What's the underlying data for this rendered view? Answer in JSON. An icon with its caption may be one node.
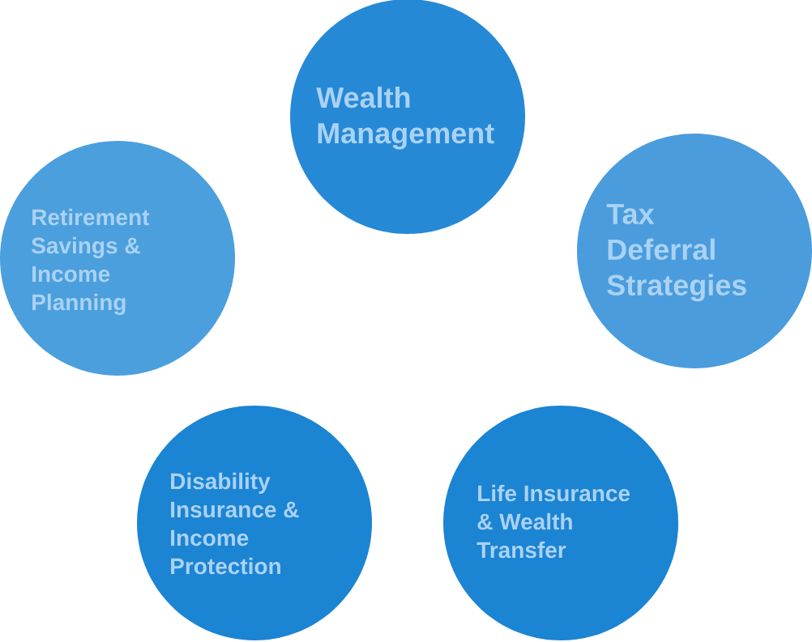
{
  "diagram": {
    "nodes": [
      {
        "text": [
          "Wealth Management"
        ]
      },
      {
        "text": [
          "Retirement Savings & Income Planning"
        ]
      },
      {
        "text": [
          "Tax Deferral Strategies"
        ]
      },
      {
        "text": [
          "Disability Insurance & Income Protection"
        ]
      },
      {
        "text": [
          "Life Insurance & Wealth Transfer"
        ]
      }
    ]
  }
}
